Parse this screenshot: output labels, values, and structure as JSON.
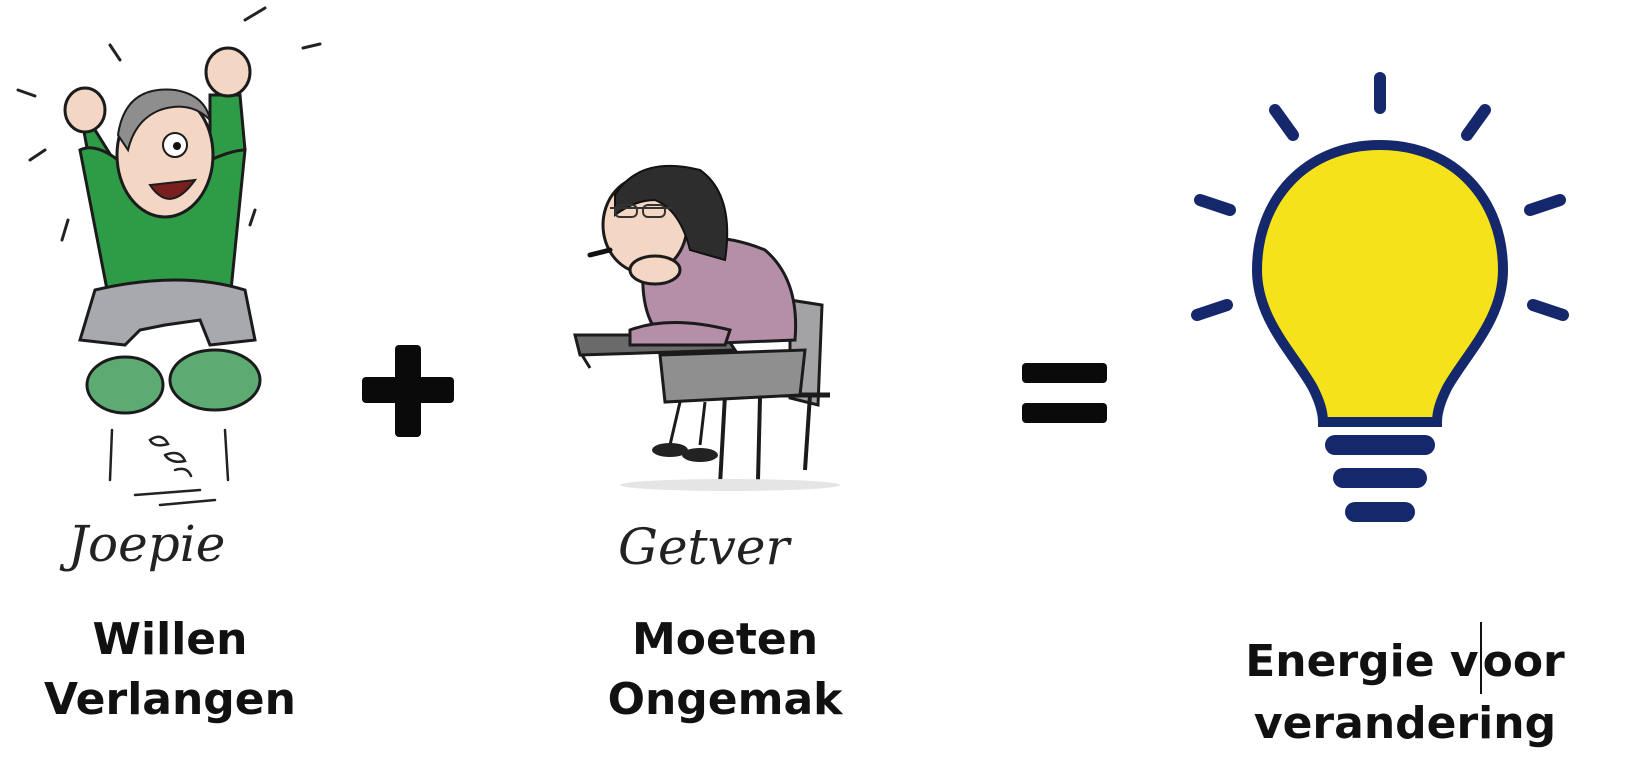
{
  "figure": {
    "left": {
      "caption": "Joepie",
      "line1": "Willen",
      "line2": "Verlangen"
    },
    "operator_plus": "+",
    "middle": {
      "caption": "Getver",
      "line1": "Moeten",
      "line2": "Ongemak"
    },
    "operator_equals": "=",
    "right": {
      "line1_part1": "Energie v",
      "line1_part2": "oor",
      "line2": "verandering"
    }
  },
  "colors": {
    "bulb_fill": "#F5E21B",
    "bulb_stroke": "#14286B",
    "shirt_green": "#2E9B47",
    "shoe_green": "#5DAA73",
    "pants_grey": "#A7A9AE",
    "sweater_mauve": "#B58FA8",
    "operator_black": "#0A0A0A"
  }
}
